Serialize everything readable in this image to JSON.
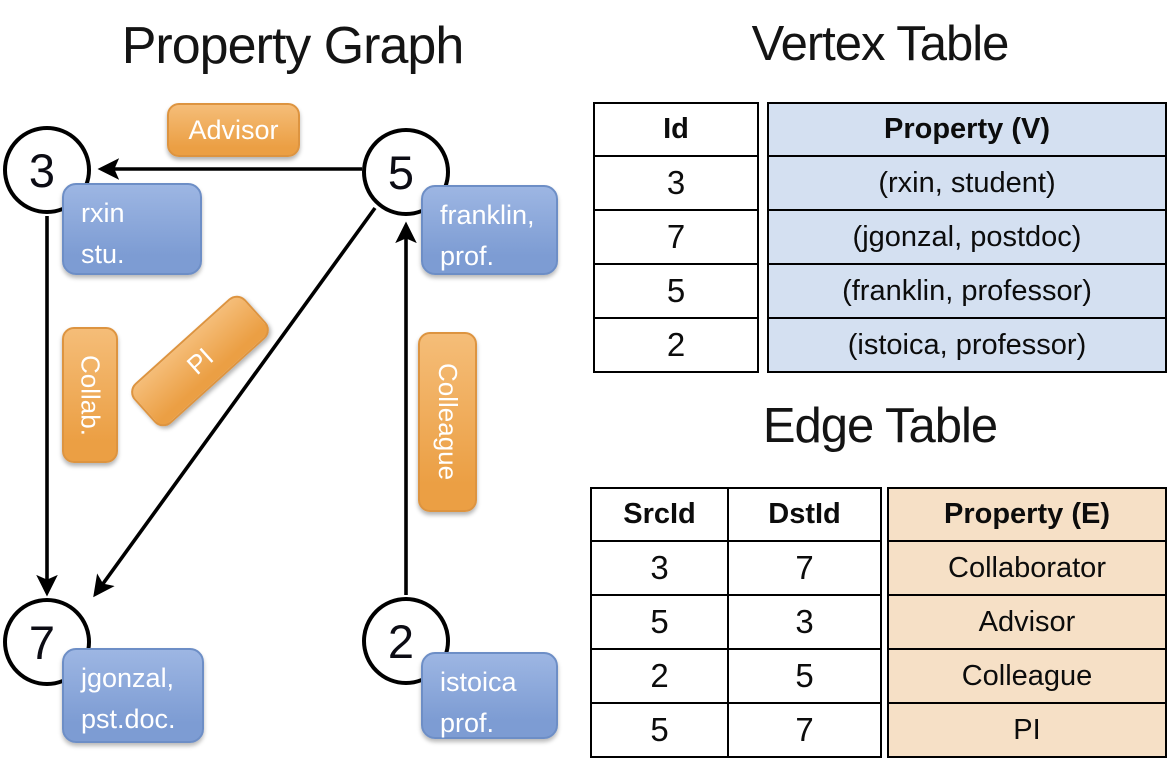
{
  "colors": {
    "edge_label_orange": "#eca24c",
    "edge_label_border": "#dd9440",
    "vertex_label_blue": "#87a4d8",
    "vertex_label_border": "#6d8ec6",
    "vertex_table_fill": "#d4e0f1",
    "edge_table_fill": "#f6e0c6",
    "line_color": "#000000"
  },
  "graph": {
    "title": "Property Graph",
    "nodes": [
      {
        "id": "3"
      },
      {
        "id": "5"
      },
      {
        "id": "7"
      },
      {
        "id": "2"
      }
    ],
    "vertex_labels": [
      {
        "line1": "rxin",
        "line2": "stu."
      },
      {
        "line1": "franklin,",
        "line2": "prof."
      },
      {
        "line1": "jgonzal,",
        "line2": "pst.doc."
      },
      {
        "line1": "istoica",
        "line2": "prof."
      }
    ],
    "edge_labels": {
      "advisor": "Advisor",
      "collab": "Collab.",
      "pi": "PI",
      "colleague": "Colleague"
    }
  },
  "vertex_table": {
    "title": "Vertex Table",
    "headers": {
      "id": "Id",
      "property": "Property (V)"
    },
    "rows": [
      {
        "id": "3",
        "property": "(rxin, student)"
      },
      {
        "id": "7",
        "property": "(jgonzal, postdoc)"
      },
      {
        "id": "5",
        "property": "(franklin, professor)"
      },
      {
        "id": "2",
        "property": "(istoica, professor)"
      }
    ]
  },
  "edge_table": {
    "title": "Edge Table",
    "headers": {
      "src": "SrcId",
      "dst": "DstId",
      "property": "Property (E)"
    },
    "rows": [
      {
        "src": "3",
        "dst": "7",
        "property": "Collaborator"
      },
      {
        "src": "5",
        "dst": "3",
        "property": "Advisor"
      },
      {
        "src": "2",
        "dst": "5",
        "property": "Colleague"
      },
      {
        "src": "5",
        "dst": "7",
        "property": "PI"
      }
    ]
  }
}
